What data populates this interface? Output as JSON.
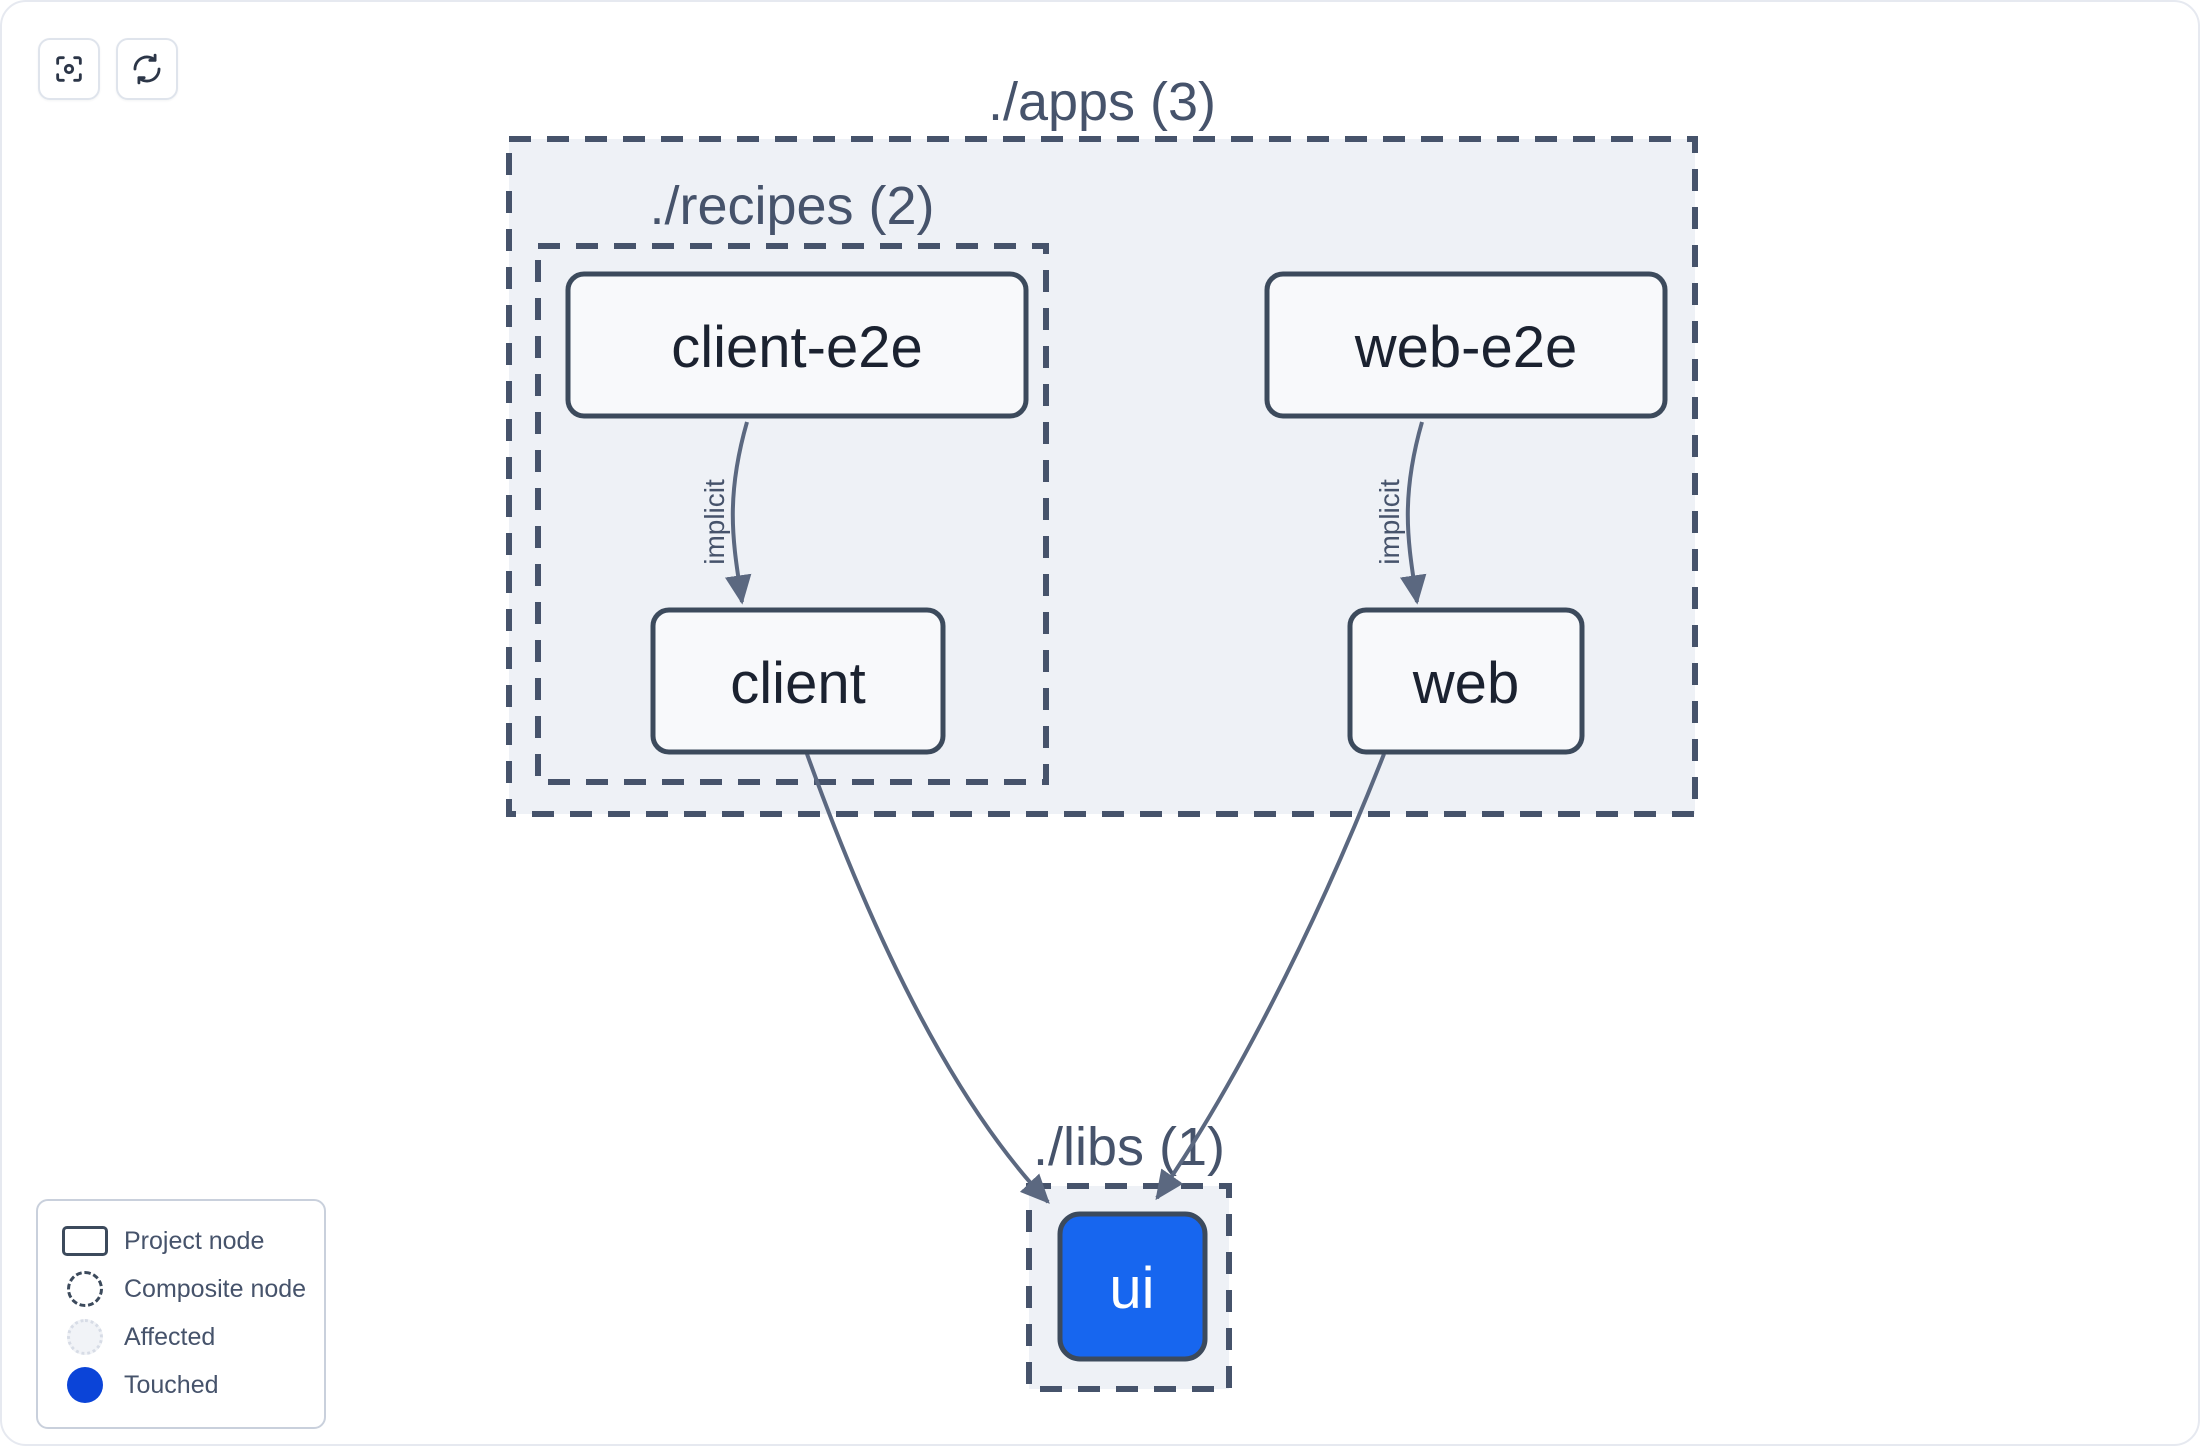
{
  "toolbar": {
    "buttons": [
      {
        "name": "focus-graph-button",
        "icon": "focus-icon",
        "label": "Focus graph"
      },
      {
        "name": "refresh-graph-button",
        "icon": "refresh-icon",
        "label": "Refresh graph"
      }
    ]
  },
  "graph": {
    "groups": [
      {
        "id": "apps",
        "label": "./apps (3)",
        "count": 3
      },
      {
        "id": "recipes",
        "label": "./recipes (2)",
        "count": 2
      },
      {
        "id": "libs",
        "label": "./libs (1)",
        "count": 1
      }
    ],
    "nodes": [
      {
        "id": "client-e2e",
        "label": "client-e2e",
        "state": "project",
        "group": "recipes"
      },
      {
        "id": "client",
        "label": "client",
        "state": "project",
        "group": "recipes"
      },
      {
        "id": "web-e2e",
        "label": "web-e2e",
        "state": "project",
        "group": "apps"
      },
      {
        "id": "web",
        "label": "web",
        "state": "project",
        "group": "apps"
      },
      {
        "id": "ui",
        "label": "ui",
        "state": "touched",
        "group": "libs"
      }
    ],
    "edges": [
      {
        "from": "client-e2e",
        "to": "client",
        "label": "implicit"
      },
      {
        "from": "web-e2e",
        "to": "web",
        "label": "implicit"
      },
      {
        "from": "client",
        "to": "ui",
        "label": ""
      },
      {
        "from": "web",
        "to": "ui",
        "label": ""
      }
    ]
  },
  "legend": {
    "items": [
      {
        "swatch": "project-node-swatch",
        "label": "Project node"
      },
      {
        "swatch": "composite-node-swatch",
        "label": "Composite node"
      },
      {
        "swatch": "affected-swatch",
        "label": "Affected"
      },
      {
        "swatch": "touched-swatch",
        "label": "Touched"
      }
    ]
  },
  "colors": {
    "node_fill": "#f8f9fb",
    "node_stroke": "#3c4a5c",
    "node_text": "#1b2230",
    "touched_fill": "#1766ef",
    "touched_legend": "#0b44d8",
    "group_fill": "#eef1f6",
    "group_stroke": "#46536b",
    "edge_stroke": "#5b6880",
    "canvas_border": "#e6e9f0"
  }
}
